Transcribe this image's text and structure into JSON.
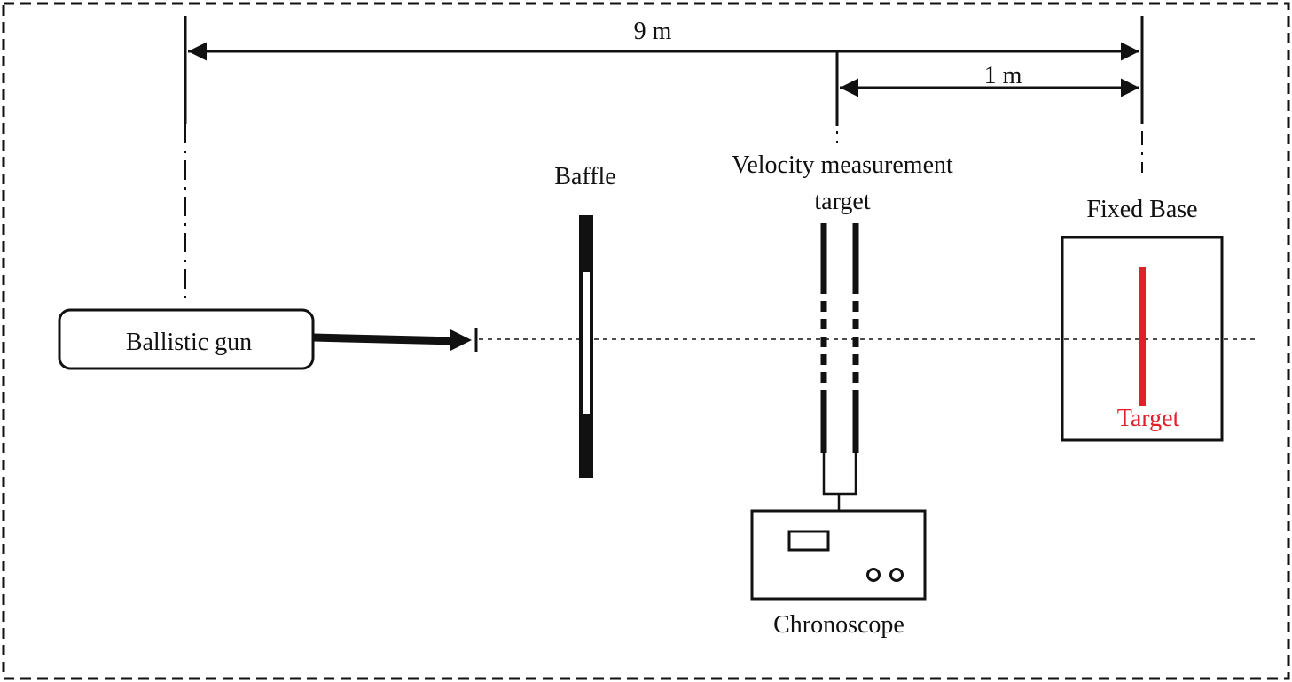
{
  "diagram": {
    "dimensions": {
      "total_distance": "9 m",
      "target_gap": "1 m"
    },
    "labels": {
      "gun": "Ballistic gun",
      "baffle": "Baffle",
      "velocity_target_line1": "Velocity measurement",
      "velocity_target_line2": "target",
      "fixed_base": "Fixed Base",
      "target": "Target",
      "chronoscope": "Chronoscope"
    },
    "colors": {
      "line": "#111111",
      "target": "#e0202a"
    }
  }
}
